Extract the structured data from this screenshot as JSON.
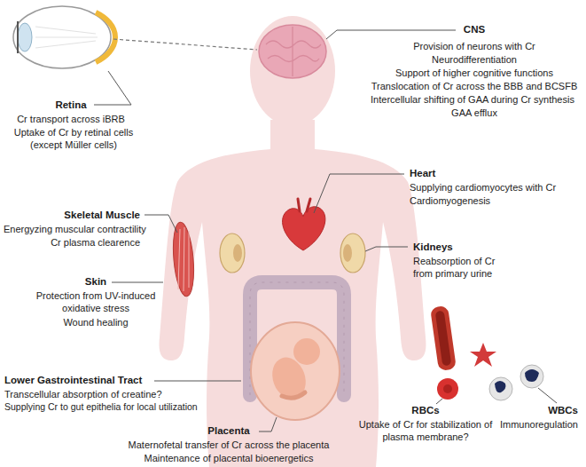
{
  "diagram": {
    "labels": [
      "CNS",
      "Provision of neurons with Cr",
      "Neurodifferentiation",
      "Support of higher cognitive functions",
      "Translocation of Cr across the BBB and BCSFB",
      "Intercellular shifting of GAA during Cr synthesis",
      "GAA efflux",
      "Retina",
      "Cr transport across iBRB",
      "Uptake of Cr by retinal cells (except Müller cells)",
      "Heart",
      "Supplying cardiomyocytes with Cr",
      "Cardiomyogenesis",
      "Skeletal Muscle",
      "Energyzing muscular contractility",
      "Cr plasma clearence",
      "Kidneys",
      "Reabsorption of Cr from primary urine",
      "Skin",
      "Protection from UV-induced oxidative stress",
      "Wound healing",
      "Lower Gastrointestinal Tract",
      "Transcellular absorption of creatine?",
      "Supplying Cr to gut epithelia for local utilization",
      "RBCs",
      "Uptake of Cr for stabilization of plasma membrane?",
      "WBCs",
      "Immunoregulation",
      "Placenta",
      "Maternofetal transfer of Cr across the placenta",
      "Maintenance of placental bioenergetics"
    ]
  }
}
